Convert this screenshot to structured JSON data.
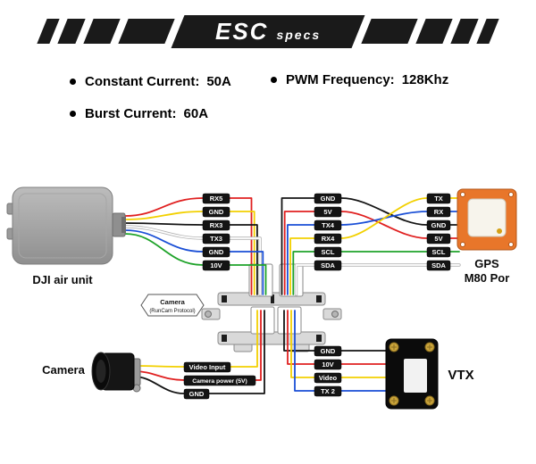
{
  "banner": {
    "title": "ESC",
    "subtitle": "specs"
  },
  "specs": [
    {
      "label": "Constant Current:",
      "value": "50A"
    },
    {
      "label": "Burst Current:",
      "value": "60A"
    },
    {
      "label": "PWM Frequency:",
      "value": "128Khz"
    }
  ],
  "modules": {
    "dji": "DJI air unit",
    "gps_line1": "GPS",
    "gps_line2": "M80 Por",
    "camera": "Camera",
    "vtx": "VTX"
  },
  "callout": {
    "line1": "Camera",
    "line2": "(RunCam Protocol)"
  },
  "pins": {
    "dji": [
      "RX5",
      "GND",
      "RX3",
      "TX3",
      "GND",
      "10V"
    ],
    "fc_right": [
      "GND",
      "5V",
      "TX4",
      "RX4",
      "SCL",
      "SDA"
    ],
    "gps": [
      "TX",
      "RX",
      "GND",
      "5V",
      "SCL",
      "SDA"
    ],
    "camera": [
      "Video Input",
      "Camera power (5V)",
      "GND"
    ],
    "vtx": [
      "GND",
      "10V",
      "Video",
      "TX 2"
    ]
  },
  "colors": {
    "wire_red": "#e02020",
    "wire_yellow": "#f2d000",
    "wire_black": "#141414",
    "wire_white": "#ffffff",
    "wire_blue": "#1a4fd6",
    "wire_green": "#1fa32a",
    "gps_board": "#e8762a",
    "banner_black": "#1a1a1a"
  }
}
